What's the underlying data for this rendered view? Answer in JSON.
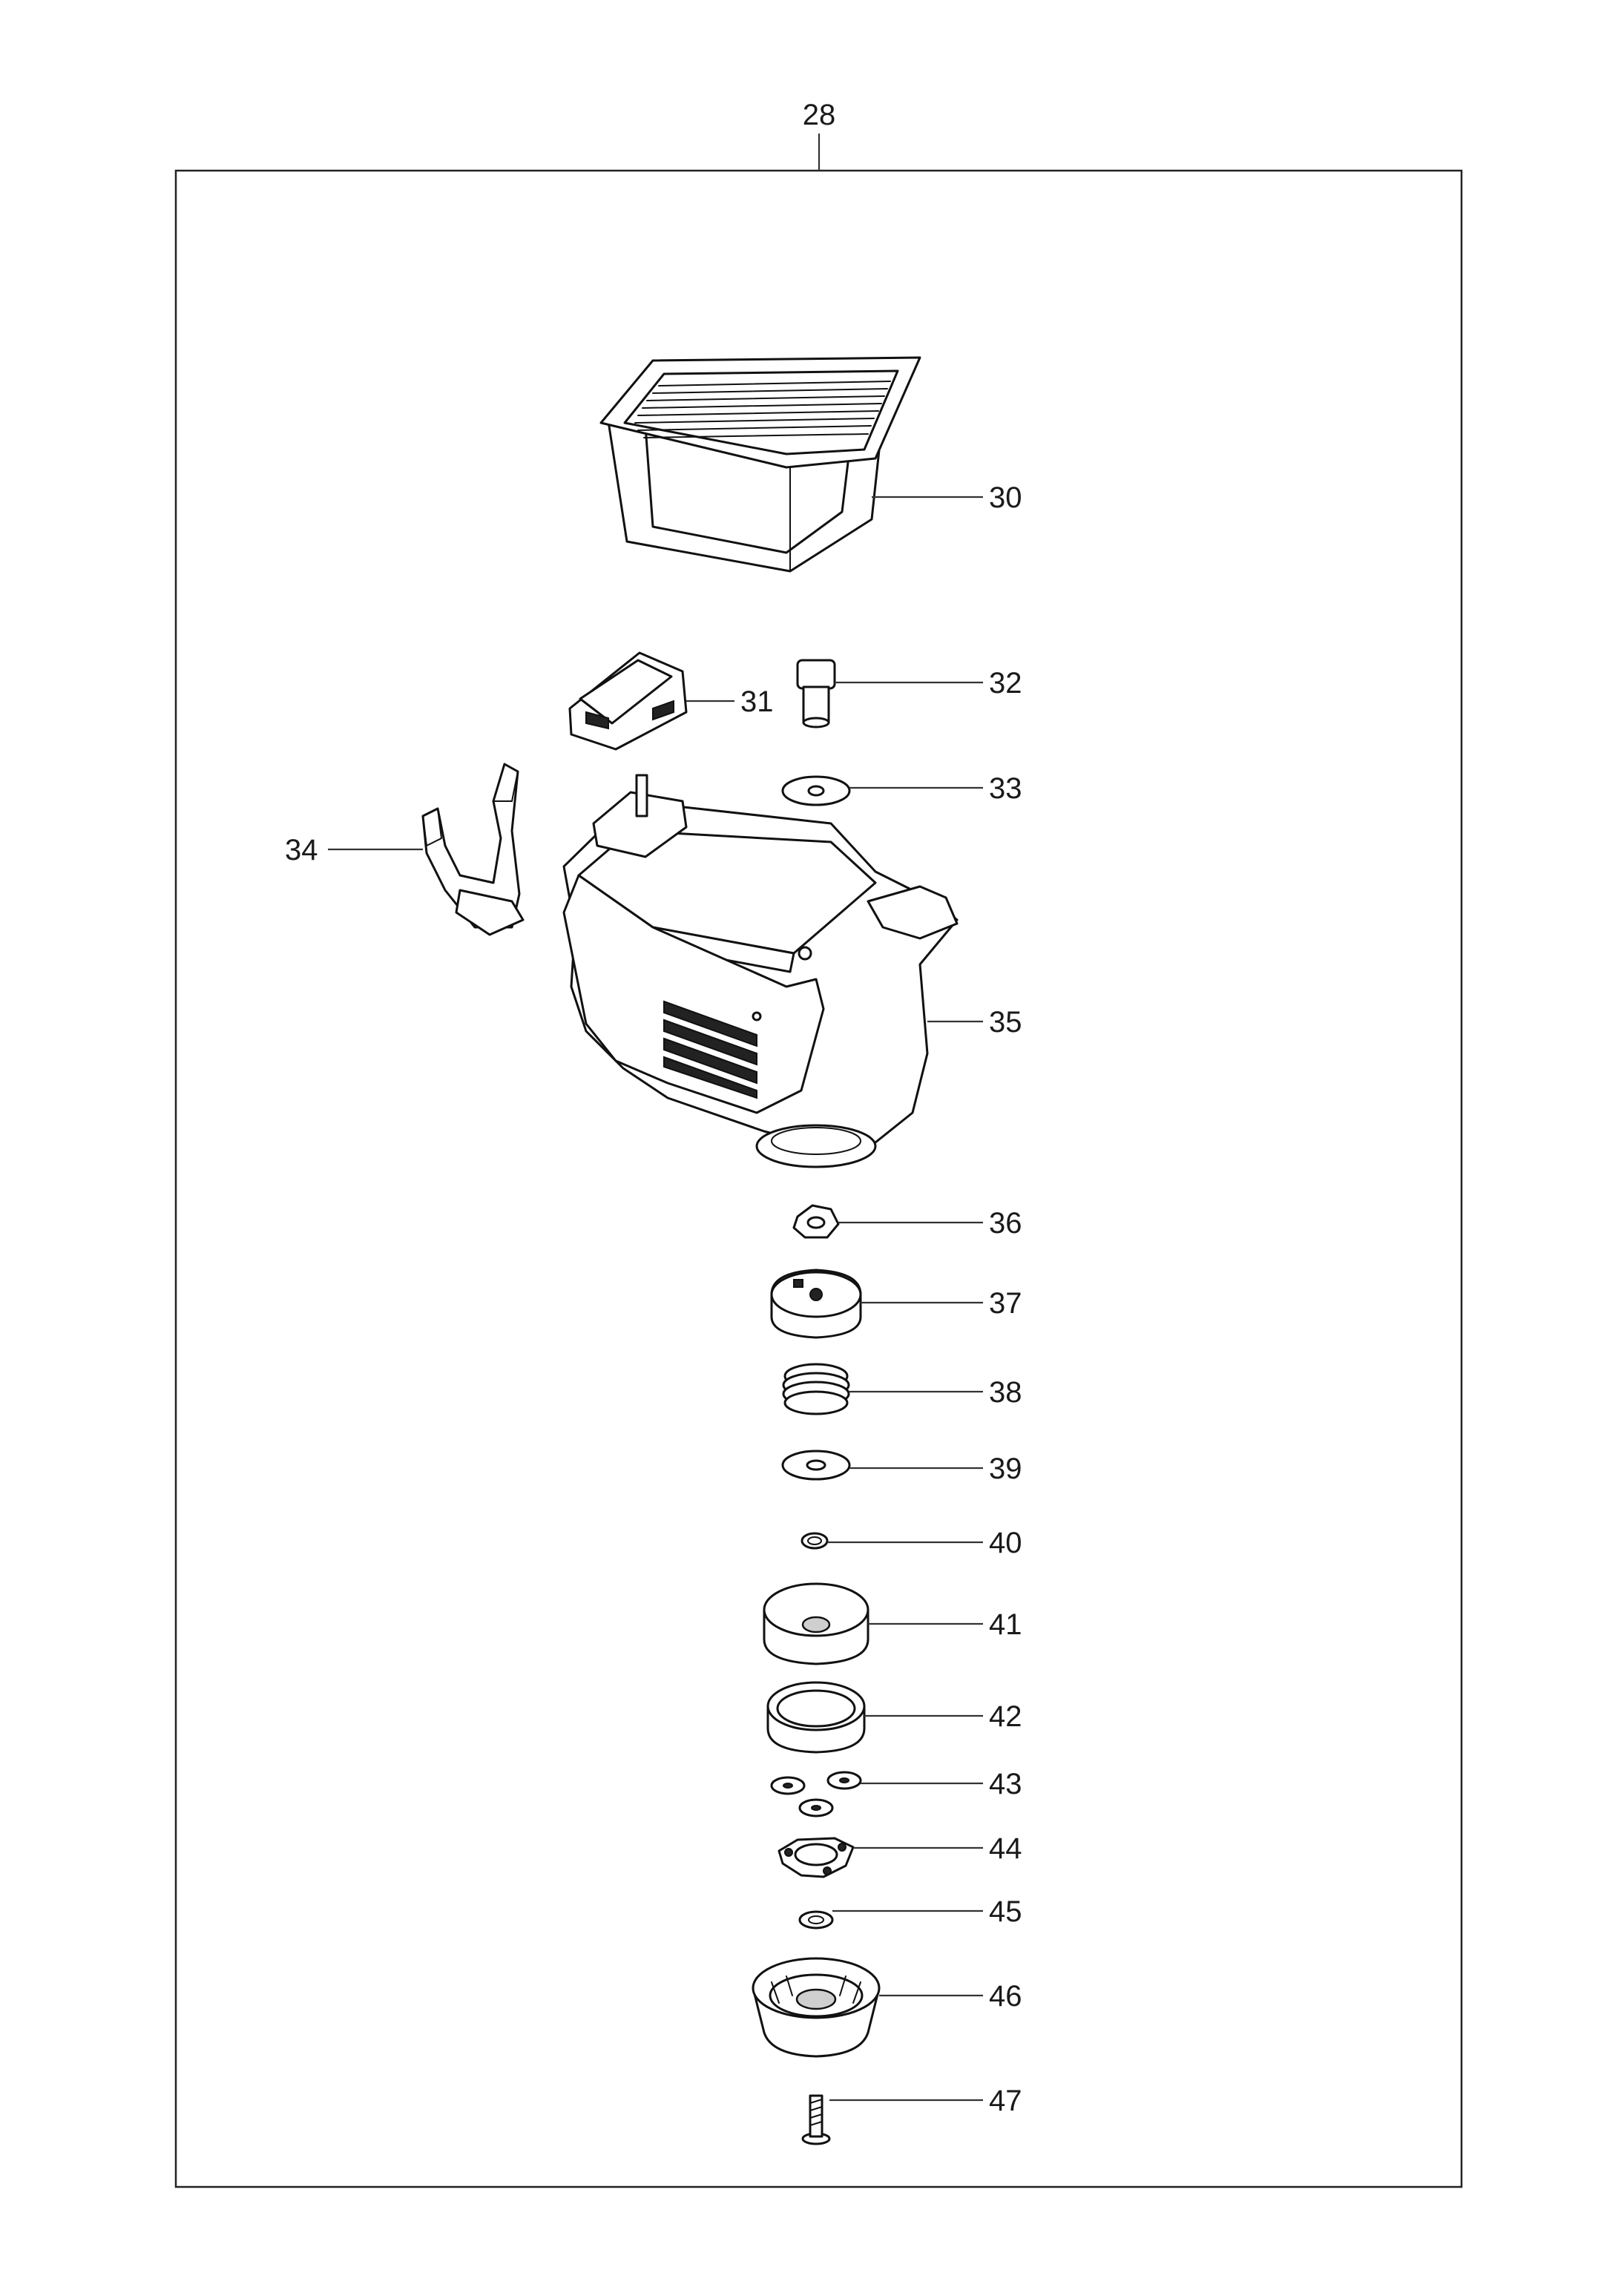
{
  "assembly_label": "28",
  "callouts": [
    {
      "id": "30",
      "label": "30"
    },
    {
      "id": "31",
      "label": "31"
    },
    {
      "id": "32",
      "label": "32"
    },
    {
      "id": "33",
      "label": "33"
    },
    {
      "id": "34",
      "label": "34"
    },
    {
      "id": "35",
      "label": "35"
    },
    {
      "id": "36",
      "label": "36"
    },
    {
      "id": "37",
      "label": "37"
    },
    {
      "id": "38",
      "label": "38"
    },
    {
      "id": "39",
      "label": "39"
    },
    {
      "id": "40",
      "label": "40"
    },
    {
      "id": "41",
      "label": "41"
    },
    {
      "id": "42",
      "label": "42"
    },
    {
      "id": "43",
      "label": "43"
    },
    {
      "id": "44",
      "label": "44"
    },
    {
      "id": "45",
      "label": "45"
    },
    {
      "id": "46",
      "label": "46"
    },
    {
      "id": "47",
      "label": "47"
    }
  ]
}
